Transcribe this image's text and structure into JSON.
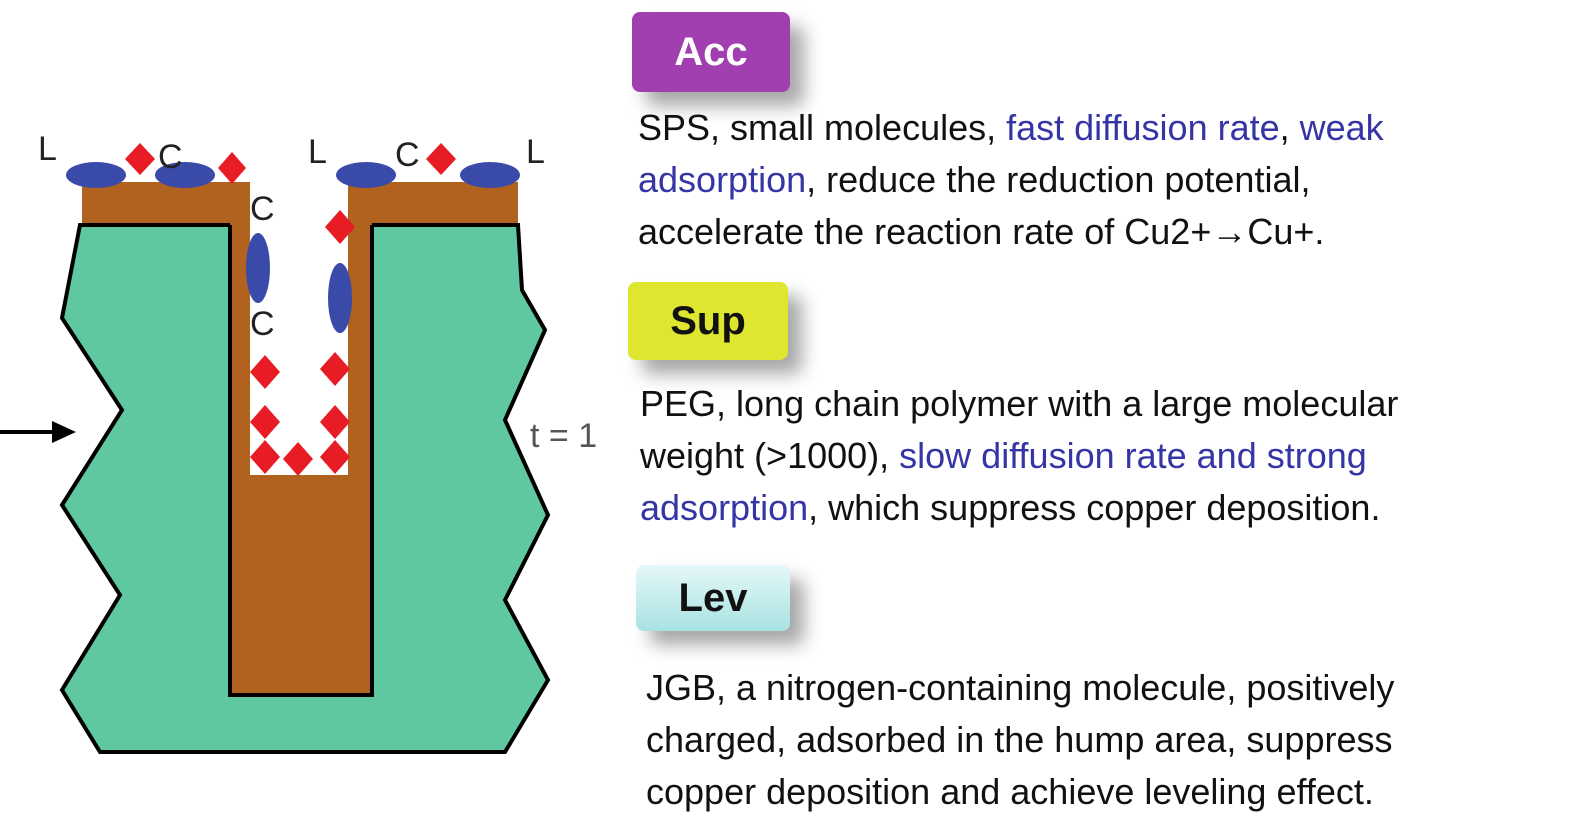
{
  "diagram": {
    "labels": {
      "L": "L",
      "C": "C",
      "t_label": "t = 1"
    },
    "colors": {
      "dielectric": "#60c8a0",
      "copper": "#b0621e",
      "accelerator": "#e81c24",
      "leveler": "#3a4aa8"
    }
  },
  "additives": [
    {
      "badge": "Acc",
      "badge_color": "#a13fb0",
      "text_a": "SPS, small molecules, ",
      "text_hl1": "fast diffusion rate",
      "text_b": ", ",
      "text_hl2": "weak",
      "line2_hl": "adsorption",
      "line2_rest": ", reduce the reduction potential,",
      "line3": "accelerate the reaction rate of Cu2+→Cu+."
    },
    {
      "badge": "Sup",
      "badge_color": "#dfe630",
      "line1": "PEG, long chain polymer with a large molecular",
      "line2_a": "weight (>1000), ",
      "line2_hl": "slow diffusion rate and strong",
      "line3_hl": "adsorption",
      "line3_rest": ", which suppress copper deposition."
    },
    {
      "badge": "Lev",
      "badge_color": "#c8eeee",
      "line1": "JGB, a nitrogen-containing molecule, positively",
      "line2": "charged, adsorbed in the hump area, suppress",
      "line3": "copper deposition and achieve leveling effect."
    }
  ]
}
